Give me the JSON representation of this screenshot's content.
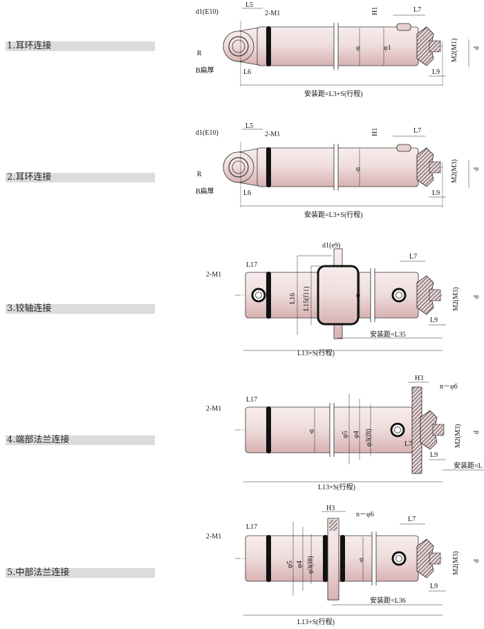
{
  "colors": {
    "body_light": "#f8ecec",
    "body_mid": "#ecd3d3",
    "body_dark": "#d8b2b2",
    "band": "#111111",
    "label_bar": "#dcdcdc"
  },
  "sections": [
    {
      "label": "1.耳环连接",
      "dims": [
        "d1(E10)",
        "L5",
        "2-M1",
        "H1",
        "L7",
        "φ",
        "φ1",
        "R",
        "B扁厚",
        "L6",
        "L9",
        "M2(M1)",
        "d",
        "安装距=L3+S(行程)"
      ]
    },
    {
      "label": "2.耳环连接",
      "dims": [
        "d1(E10)",
        "L5",
        "2-M1",
        "H1",
        "L7",
        "φ",
        "R",
        "B扁厚",
        "L6",
        "L9",
        "M2(M3)",
        "d",
        "安装距=L3+S(行程)"
      ]
    },
    {
      "label": "3.铰轴连接",
      "dims": [
        "d1(e9)",
        "L17",
        "2-M1",
        "L16",
        "L15(f11)",
        "φ",
        "L7",
        "M2(M3)",
        "d",
        "L9",
        "安装距=L35",
        "L13+S(行程)"
      ]
    },
    {
      "label": "4.端部法兰连接",
      "dims": [
        "H3",
        "n－φ6",
        "L17",
        "2-M1",
        "φ",
        "φ5",
        "φ4",
        "φ3(f8)",
        "L7",
        "L9",
        "M2(M3)",
        "d",
        "安装距=L",
        "L13+S(行程)"
      ]
    },
    {
      "label": "5.中部法兰连接",
      "dims": [
        "H3",
        "n－φ6",
        "L17",
        "2-M1",
        "φ5",
        "φ4",
        "φ3(f8)",
        "φ",
        "L7",
        "L9",
        "M2(M3)",
        "d",
        "安装距=L36",
        "L13+S(行程)"
      ]
    }
  ]
}
